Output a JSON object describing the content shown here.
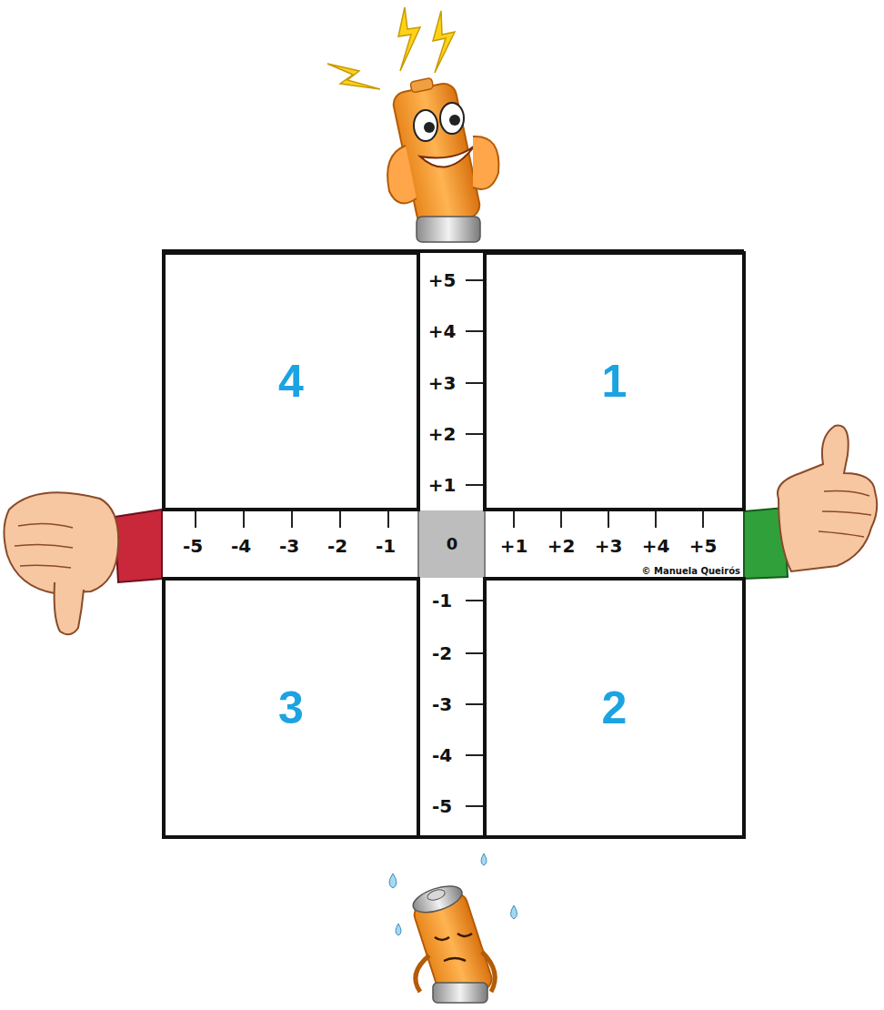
{
  "diagram": {
    "nodes": [
      {
        "text": [
          "4"
        ]
      },
      {
        "text": [
          "1"
        ]
      },
      {
        "text": [
          "3"
        ]
      },
      {
        "text": [
          "2"
        ]
      }
    ],
    "labels": [
      "+5",
      "+4",
      "+3",
      "+2",
      "+1",
      "-5",
      "-4",
      "-3",
      "-2",
      "-1",
      "0",
      "+1",
      "+2",
      "+3",
      "+4",
      "+5",
      "-1",
      "-2",
      "-3",
      "-4",
      "-5",
      "© Manuela Queirós"
    ]
  }
}
